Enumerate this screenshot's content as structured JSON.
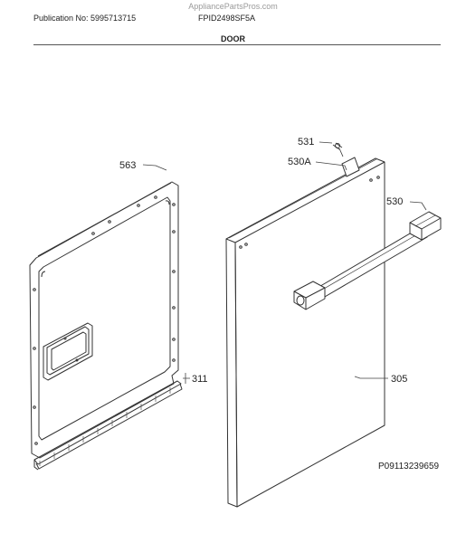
{
  "header": {
    "watermark": "AppliancePartsPros.com",
    "publication": "Publication No: 5995713715",
    "model": "FPID2498SF5A",
    "section_title": "DOOR"
  },
  "parts": {
    "p563": "563",
    "p531": "531",
    "p530A": "530A",
    "p530": "530",
    "p311": "311",
    "p305": "305"
  },
  "drawing_code": "P09113239659"
}
